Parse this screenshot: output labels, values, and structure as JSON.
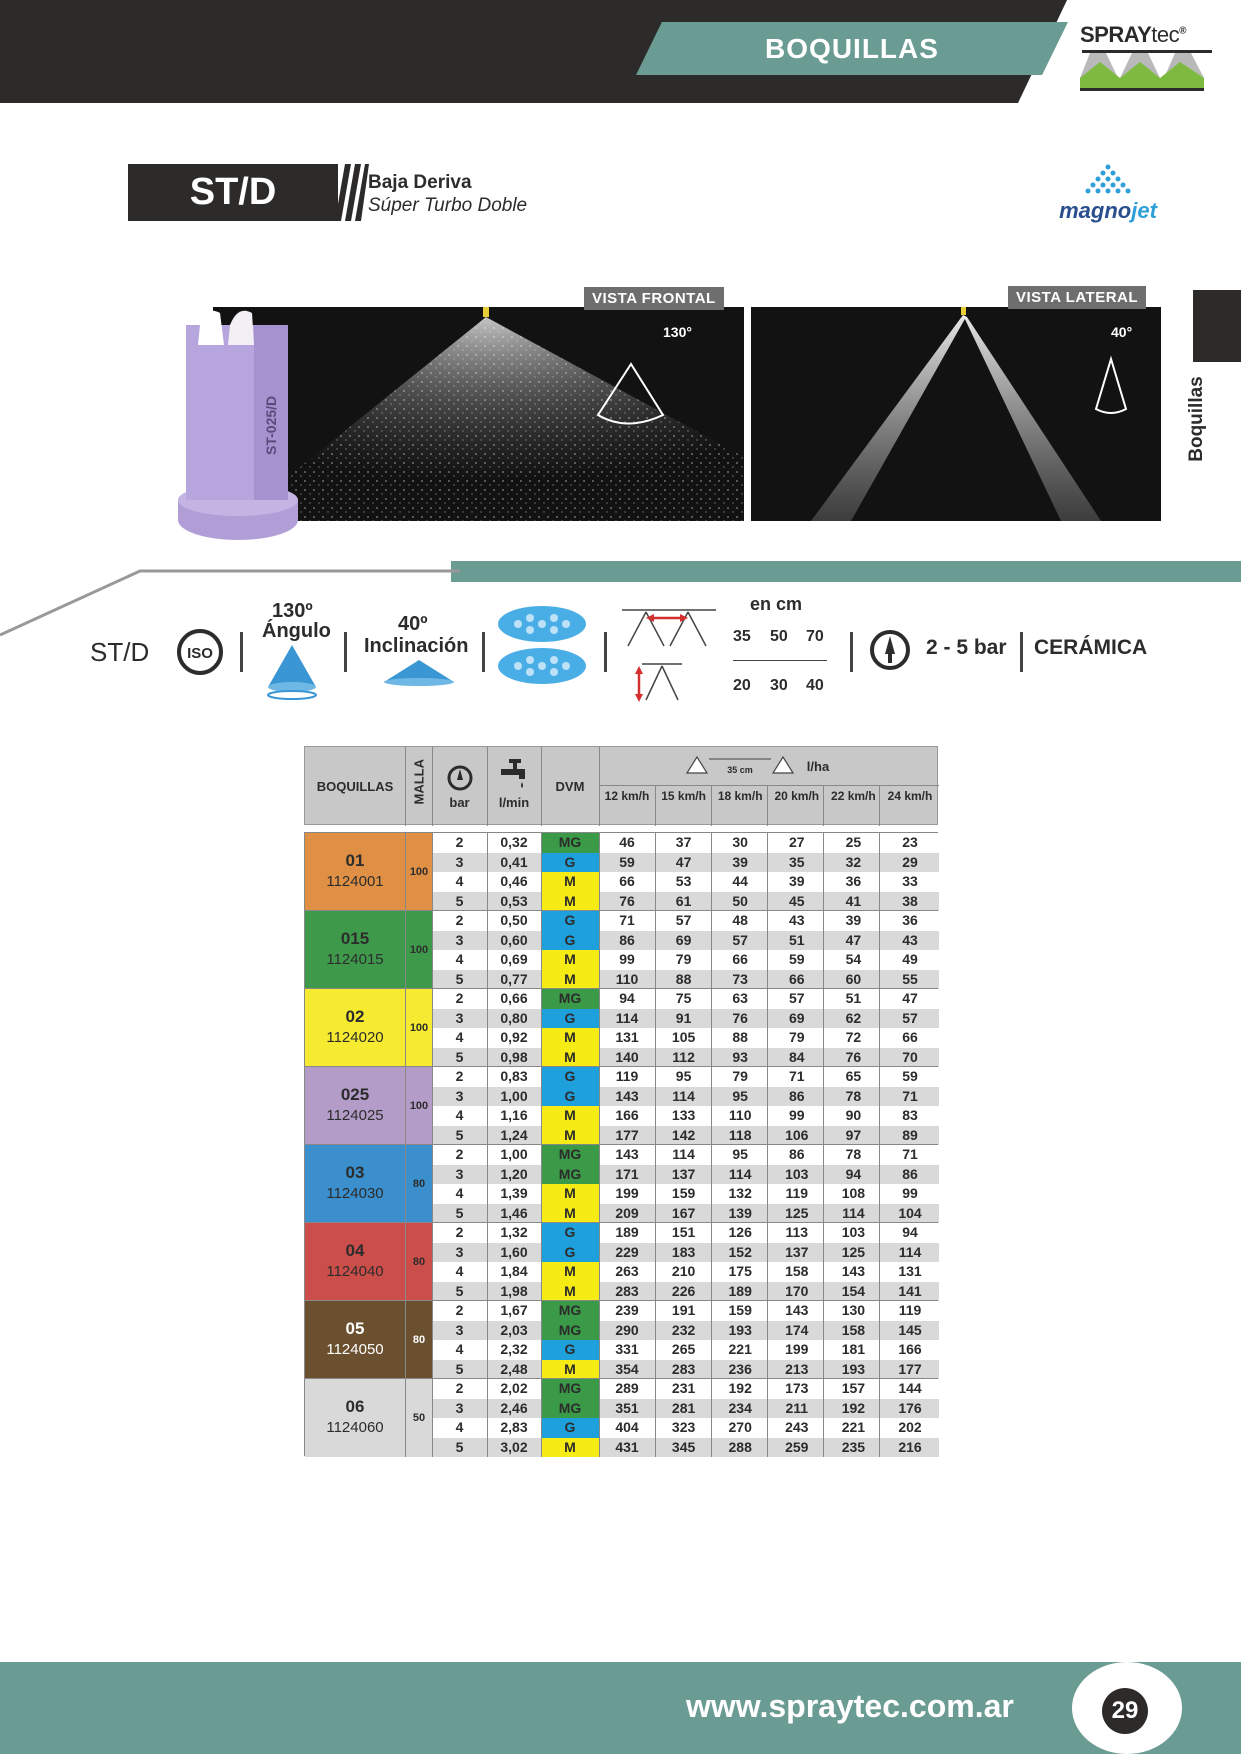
{
  "header": {
    "section": "BOQUILLAS",
    "brand": "SPRAY",
    "brand_suffix": "tec",
    "reg": "®"
  },
  "product": {
    "code": "ST/D",
    "line1": "Baja Deriva",
    "line2": "Súper Turbo Doble",
    "maker": "magno",
    "maker_suffix": "jet"
  },
  "side_tab": "Boquillas",
  "photos": {
    "front_label": "VISTA FRONTAL",
    "side_label": "VISTA LATERAL",
    "front_angle": "130°",
    "side_angle": "40°",
    "nozzle_text": "ST-025/D"
  },
  "specs": {
    "code": "ST/D",
    "iso": "ISO",
    "angle_value": "130º",
    "angle_label": "Ángulo",
    "tilt_value": "40º",
    "tilt_label": "Inclinación",
    "unit": "en cm",
    "spacing": [
      "35",
      "50",
      "70"
    ],
    "height": [
      "20",
      "30",
      "40"
    ],
    "pressure": "2 - 5 bar",
    "material": "CERÁMICA"
  },
  "table": {
    "headers": {
      "nozzle": "BOQUILLAS",
      "mesh": "MALLA",
      "bar": "bar",
      "flow": "l/min",
      "dvm": "DVM",
      "spacing": "35 cm",
      "rate": "l/ha"
    },
    "speeds": [
      "12 km/h",
      "15 km/h",
      "18 km/h",
      "20 km/h",
      "22 km/h",
      "24 km/h"
    ],
    "dvm_colors": {
      "MG": "#3a9a47",
      "G": "#1ea0dc",
      "M": "#f6eb14"
    },
    "groups": [
      {
        "size": "01",
        "ref": "1124001",
        "mesh": "100",
        "color": "#e09045",
        "rows": [
          {
            "bar": "2",
            "flow": "0,32",
            "dvm": "MG",
            "rates": [
              "46",
              "37",
              "30",
              "27",
              "25",
              "23"
            ]
          },
          {
            "bar": "3",
            "flow": "0,41",
            "dvm": "G",
            "rates": [
              "59",
              "47",
              "39",
              "35",
              "32",
              "29"
            ]
          },
          {
            "bar": "4",
            "flow": "0,46",
            "dvm": "M",
            "rates": [
              "66",
              "53",
              "44",
              "39",
              "36",
              "33"
            ]
          },
          {
            "bar": "5",
            "flow": "0,53",
            "dvm": "M",
            "rates": [
              "76",
              "61",
              "50",
              "45",
              "41",
              "38"
            ]
          }
        ]
      },
      {
        "size": "015",
        "ref": "1124015",
        "mesh": "100",
        "color": "#3e9a4a",
        "rows": [
          {
            "bar": "2",
            "flow": "0,50",
            "dvm": "G",
            "rates": [
              "71",
              "57",
              "48",
              "43",
              "39",
              "36"
            ]
          },
          {
            "bar": "3",
            "flow": "0,60",
            "dvm": "G",
            "rates": [
              "86",
              "69",
              "57",
              "51",
              "47",
              "43"
            ]
          },
          {
            "bar": "4",
            "flow": "0,69",
            "dvm": "M",
            "rates": [
              "99",
              "79",
              "66",
              "59",
              "54",
              "49"
            ]
          },
          {
            "bar": "5",
            "flow": "0,77",
            "dvm": "M",
            "rates": [
              "110",
              "88",
              "73",
              "66",
              "60",
              "55"
            ]
          }
        ]
      },
      {
        "size": "02",
        "ref": "1124020",
        "mesh": "100",
        "color": "#f6eb30",
        "rows": [
          {
            "bar": "2",
            "flow": "0,66",
            "dvm": "MG",
            "rates": [
              "94",
              "75",
              "63",
              "57",
              "51",
              "47"
            ]
          },
          {
            "bar": "3",
            "flow": "0,80",
            "dvm": "G",
            "rates": [
              "114",
              "91",
              "76",
              "69",
              "62",
              "57"
            ]
          },
          {
            "bar": "4",
            "flow": "0,92",
            "dvm": "M",
            "rates": [
              "131",
              "105",
              "88",
              "79",
              "72",
              "66"
            ]
          },
          {
            "bar": "5",
            "flow": "0,98",
            "dvm": "M",
            "rates": [
              "140",
              "112",
              "93",
              "84",
              "76",
              "70"
            ]
          }
        ]
      },
      {
        "size": "025",
        "ref": "1124025",
        "mesh": "100",
        "color": "#b49cc8",
        "rows": [
          {
            "bar": "2",
            "flow": "0,83",
            "dvm": "G",
            "rates": [
              "119",
              "95",
              "79",
              "71",
              "65",
              "59"
            ]
          },
          {
            "bar": "3",
            "flow": "1,00",
            "dvm": "G",
            "rates": [
              "143",
              "114",
              "95",
              "86",
              "78",
              "71"
            ]
          },
          {
            "bar": "4",
            "flow": "1,16",
            "dvm": "M",
            "rates": [
              "166",
              "133",
              "110",
              "99",
              "90",
              "83"
            ]
          },
          {
            "bar": "5",
            "flow": "1,24",
            "dvm": "M",
            "rates": [
              "177",
              "142",
              "118",
              "106",
              "97",
              "89"
            ]
          }
        ]
      },
      {
        "size": "03",
        "ref": "1124030",
        "mesh": "80",
        "color": "#3a8fcc",
        "rows": [
          {
            "bar": "2",
            "flow": "1,00",
            "dvm": "MG",
            "rates": [
              "143",
              "114",
              "95",
              "86",
              "78",
              "71"
            ]
          },
          {
            "bar": "3",
            "flow": "1,20",
            "dvm": "MG",
            "rates": [
              "171",
              "137",
              "114",
              "103",
              "94",
              "86"
            ]
          },
          {
            "bar": "4",
            "flow": "1,39",
            "dvm": "M",
            "rates": [
              "199",
              "159",
              "132",
              "119",
              "108",
              "99"
            ]
          },
          {
            "bar": "5",
            "flow": "1,46",
            "dvm": "M",
            "rates": [
              "209",
              "167",
              "139",
              "125",
              "114",
              "104"
            ]
          }
        ]
      },
      {
        "size": "04",
        "ref": "1124040",
        "mesh": "80",
        "color": "#cc4e4a",
        "rows": [
          {
            "bar": "2",
            "flow": "1,32",
            "dvm": "G",
            "rates": [
              "189",
              "151",
              "126",
              "113",
              "103",
              "94"
            ]
          },
          {
            "bar": "3",
            "flow": "1,60",
            "dvm": "G",
            "rates": [
              "229",
              "183",
              "152",
              "137",
              "125",
              "114"
            ]
          },
          {
            "bar": "4",
            "flow": "1,84",
            "dvm": "M",
            "rates": [
              "263",
              "210",
              "175",
              "158",
              "143",
              "131"
            ]
          },
          {
            "bar": "5",
            "flow": "1,98",
            "dvm": "M",
            "rates": [
              "283",
              "226",
              "189",
              "170",
              "154",
              "141"
            ]
          }
        ]
      },
      {
        "size": "05",
        "ref": "1124050",
        "mesh": "80",
        "color": "#6b5030",
        "rows": [
          {
            "bar": "2",
            "flow": "1,67",
            "dvm": "MG",
            "rates": [
              "239",
              "191",
              "159",
              "143",
              "130",
              "119"
            ]
          },
          {
            "bar": "3",
            "flow": "2,03",
            "dvm": "MG",
            "rates": [
              "290",
              "232",
              "193",
              "174",
              "158",
              "145"
            ]
          },
          {
            "bar": "4",
            "flow": "2,32",
            "dvm": "G",
            "rates": [
              "331",
              "265",
              "221",
              "199",
              "181",
              "166"
            ]
          },
          {
            "bar": "5",
            "flow": "2,48",
            "dvm": "M",
            "rates": [
              "354",
              "283",
              "236",
              "213",
              "193",
              "177"
            ]
          }
        ]
      },
      {
        "size": "06",
        "ref": "1124060",
        "mesh": "50",
        "color": "#d9d9d9",
        "rows": [
          {
            "bar": "2",
            "flow": "2,02",
            "dvm": "MG",
            "rates": [
              "289",
              "231",
              "192",
              "173",
              "157",
              "144"
            ]
          },
          {
            "bar": "3",
            "flow": "2,46",
            "dvm": "MG",
            "rates": [
              "351",
              "281",
              "234",
              "211",
              "192",
              "176"
            ]
          },
          {
            "bar": "4",
            "flow": "2,83",
            "dvm": "G",
            "rates": [
              "404",
              "323",
              "270",
              "243",
              "221",
              "202"
            ]
          },
          {
            "bar": "5",
            "flow": "3,02",
            "dvm": "M",
            "rates": [
              "431",
              "345",
              "288",
              "259",
              "235",
              "216"
            ]
          }
        ]
      }
    ]
  },
  "footer": {
    "url": "www.spraytec.com.ar",
    "page": "29"
  }
}
